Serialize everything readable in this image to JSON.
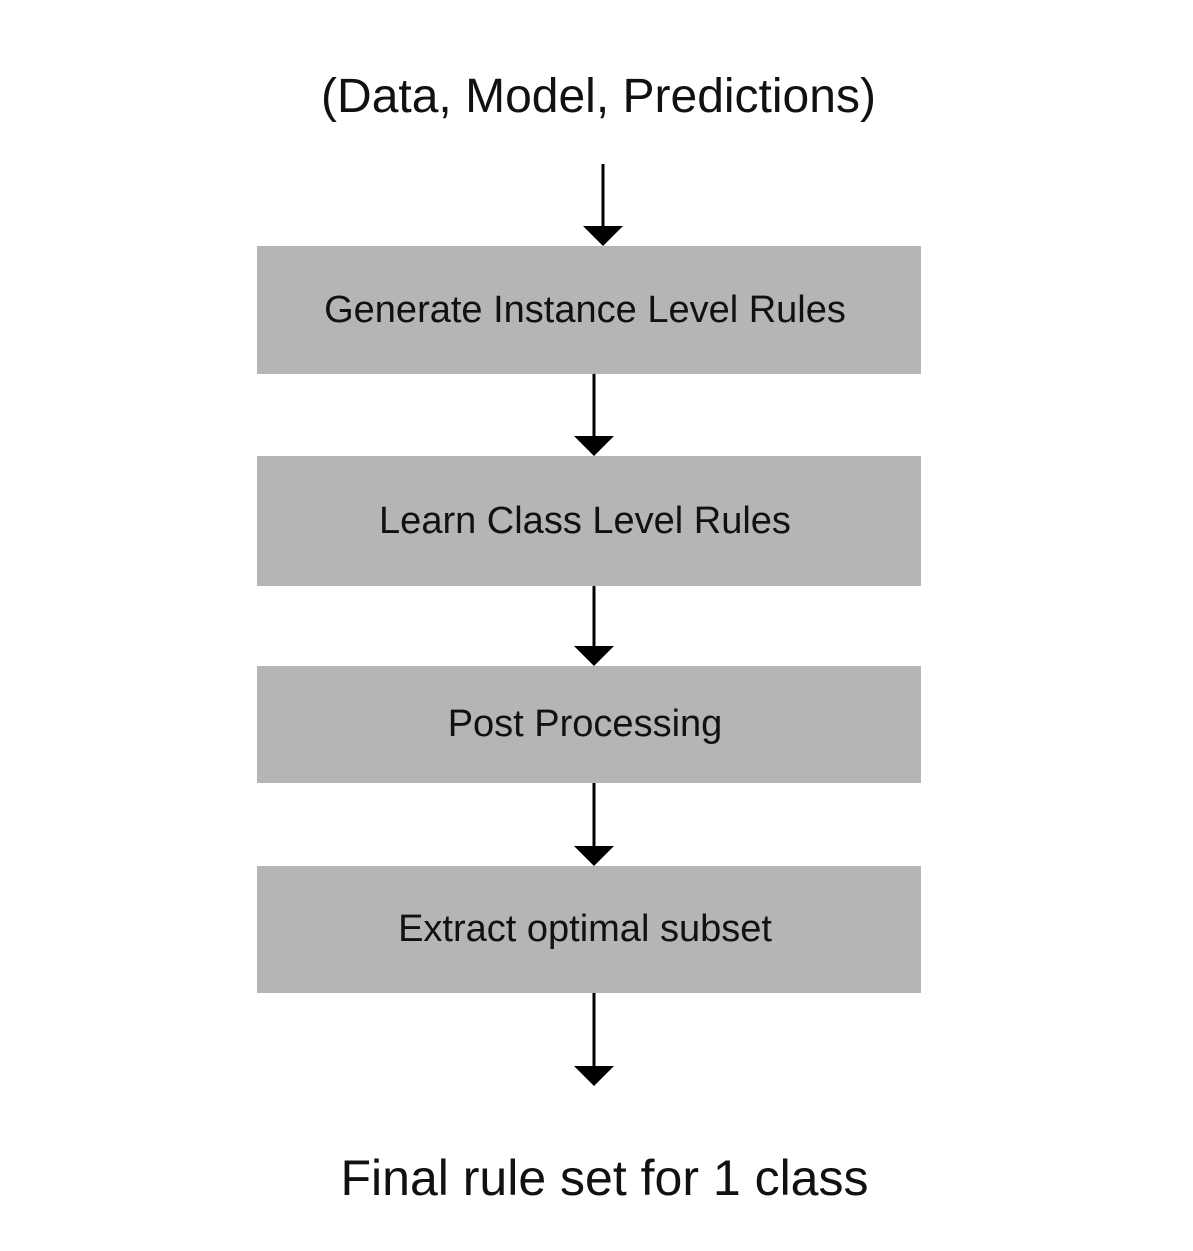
{
  "input_label": "(Data, Model, Predictions)",
  "steps": [
    {
      "label": "Generate Instance Level Rules"
    },
    {
      "label": "Learn Class Level Rules"
    },
    {
      "label": "Post Processing"
    },
    {
      "label": "Extract optimal subset"
    }
  ],
  "output_label": "Final rule set for 1 class",
  "colors": {
    "box_fill": "#b5b5b5",
    "arrow": "#000000",
    "text": "#111111",
    "background": "#ffffff"
  }
}
